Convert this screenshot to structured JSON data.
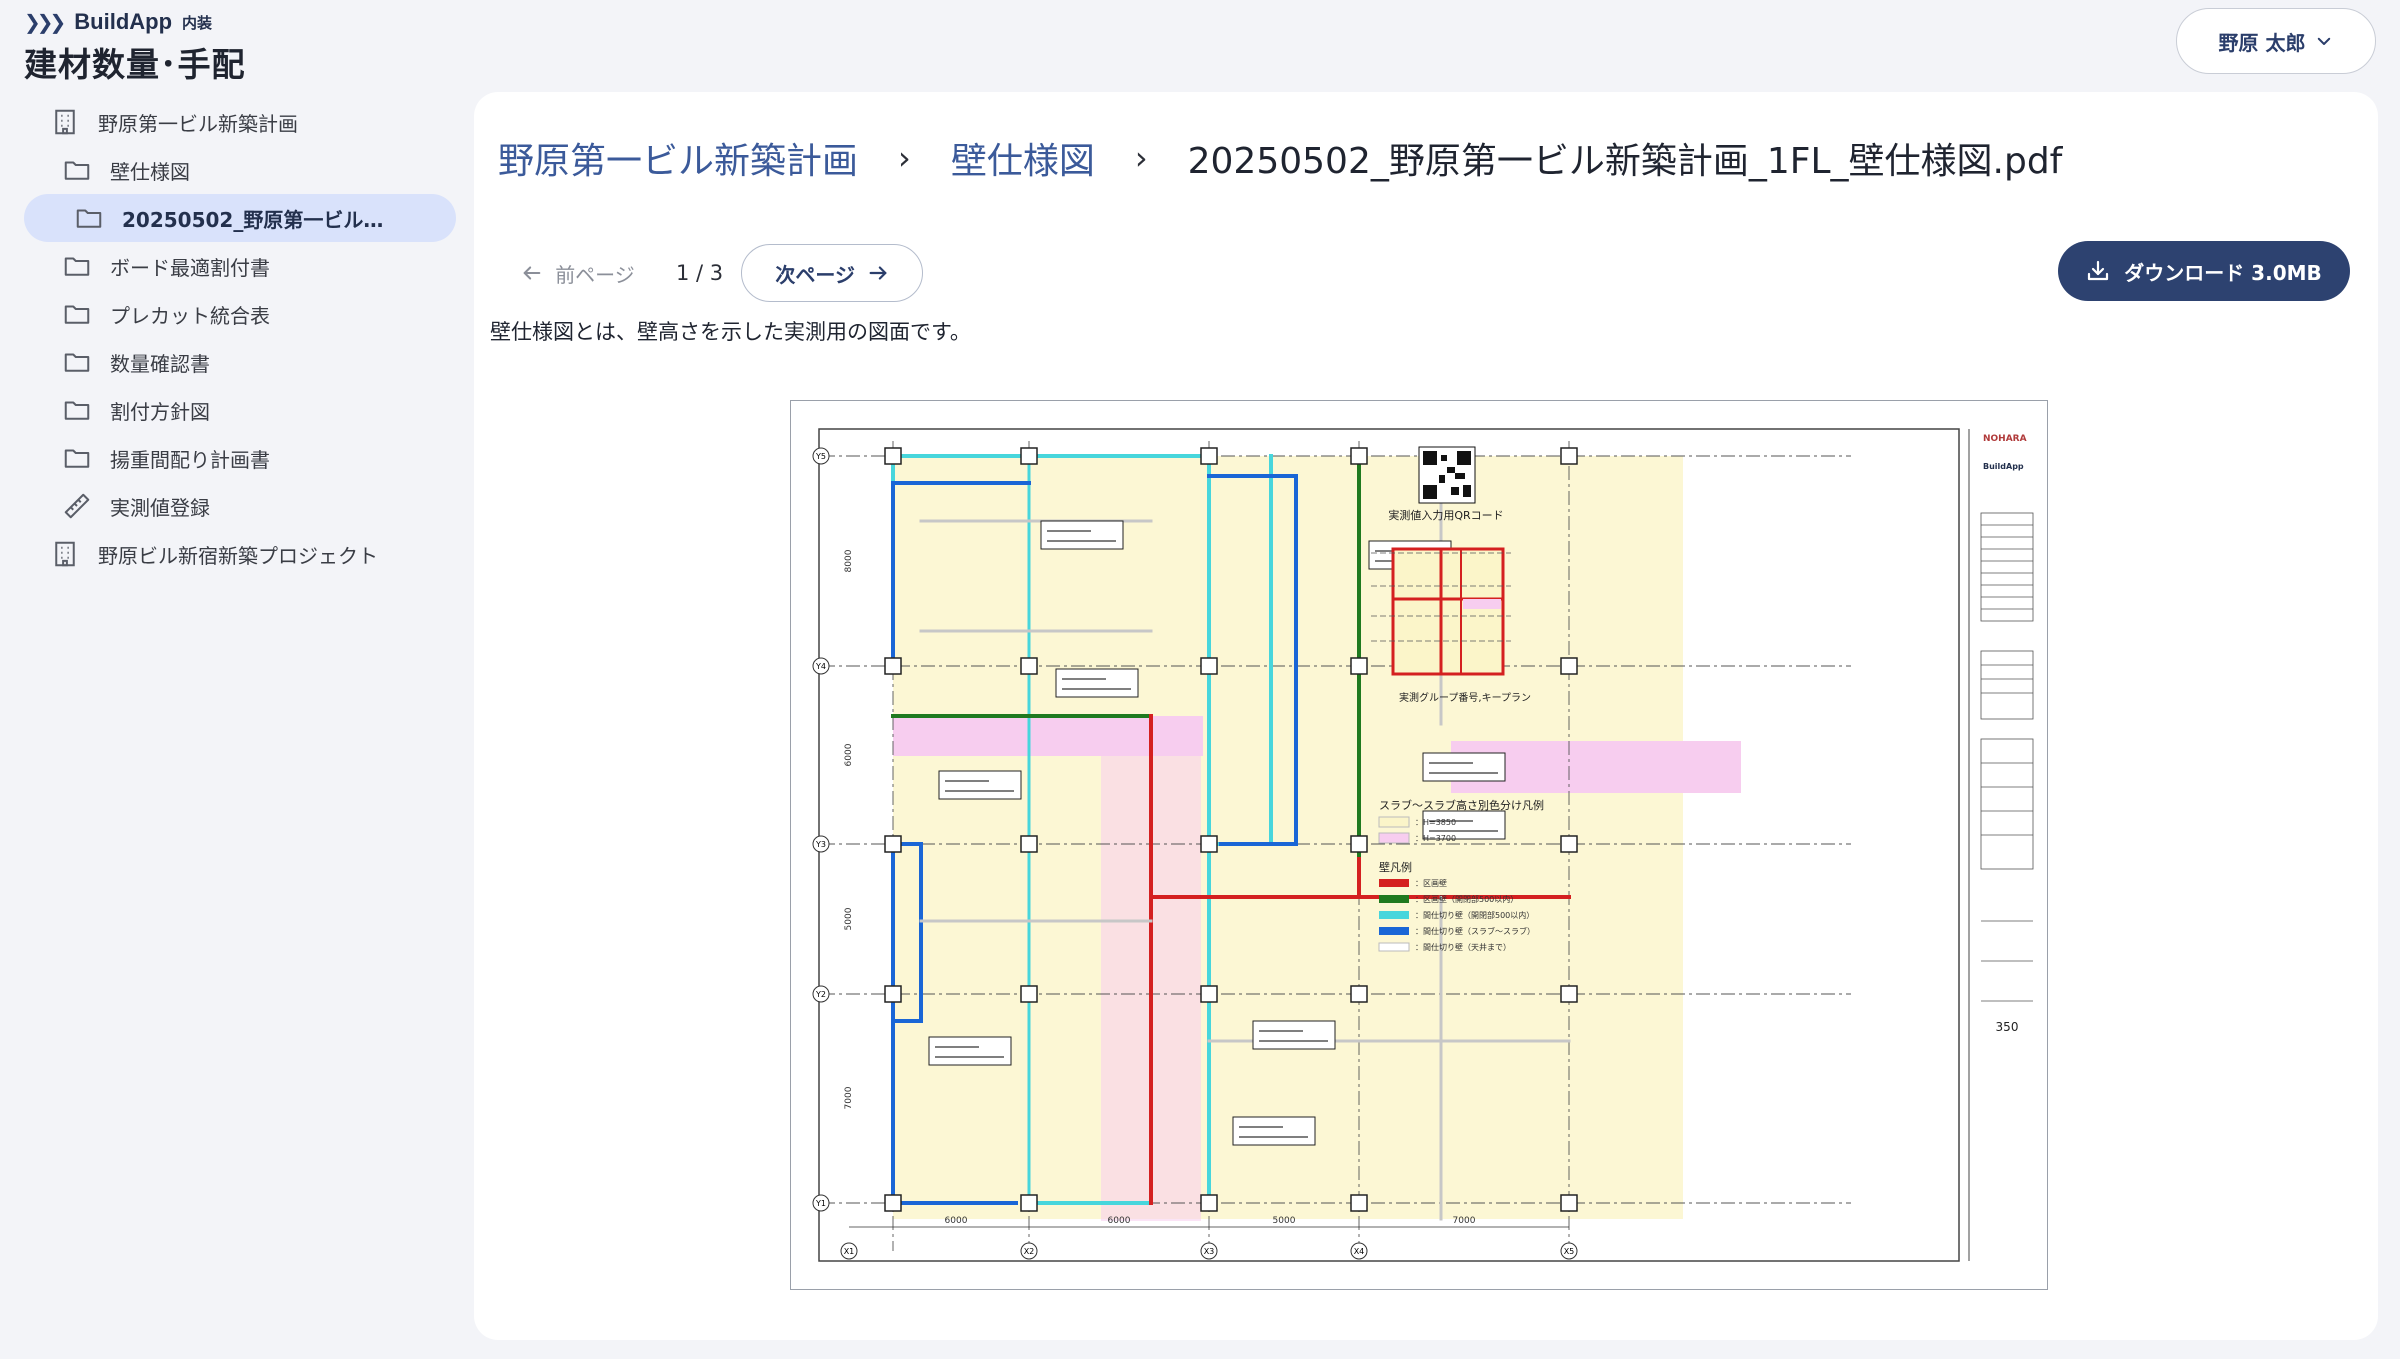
{
  "app": {
    "brand": "BuildApp",
    "sub": "内装",
    "title": "建材数量･手配"
  },
  "user": {
    "name": "野原 太郎"
  },
  "sidebar": {
    "items": [
      {
        "label": "野原第一ビル新築計画",
        "icon": "building-icon",
        "level": 0
      },
      {
        "label": "壁仕様図",
        "icon": "folder-icon",
        "level": 1
      },
      {
        "label": "20250502_野原第一ビル新…",
        "icon": "folder-icon",
        "level": 2,
        "active": true
      },
      {
        "label": "ボード最適割付書",
        "icon": "folder-icon",
        "level": 1
      },
      {
        "label": "プレカット統合表",
        "icon": "folder-icon",
        "level": 1
      },
      {
        "label": "数量確認書",
        "icon": "folder-icon",
        "level": 1
      },
      {
        "label": "割付方針図",
        "icon": "folder-icon",
        "level": 1
      },
      {
        "label": "揚重間配り計画書",
        "icon": "folder-icon",
        "level": 1
      },
      {
        "label": "実測値登録",
        "icon": "ruler-icon",
        "level": 1
      },
      {
        "label": "野原ビル新宿新築プロジェクト",
        "icon": "building-icon",
        "level": 0
      }
    ]
  },
  "breadcrumb": {
    "project": "野原第一ビル新築計画",
    "folder": "壁仕様図",
    "file": "20250502_野原第一ビル新築計画_1FL_壁仕様図.pdf",
    "sep": "›"
  },
  "pager": {
    "prev": "前ページ",
    "indicator": "1 / 3",
    "next": "次ページ"
  },
  "download": {
    "label": "ダウンロード 3.0MB"
  },
  "description": "壁仕様図とは、壁高さを示した実測用の図面です。",
  "drawing": {
    "qr_caption": "実測値入力用QRコード",
    "keyplan_caption": "実測グループ番号,キープラン",
    "legend_height_title": "スラブ～スラブ高さ別色分け凡例",
    "legend_heights": [
      {
        "label": "：H=3850",
        "color": "#fbf5c9"
      },
      {
        "label": "：H=3700",
        "color": "#f7cdef"
      }
    ],
    "legend_wall_title": "壁凡例",
    "legend_walls": [
      {
        "label": "：区画壁",
        "color": "#d42020"
      },
      {
        "label": "：区画壁（開閉部500以内）",
        "color": "#1f7a1f"
      },
      {
        "label": "：間仕切り壁（開閉部500以内）",
        "color": "#47d6dc"
      },
      {
        "label": "：間仕切り壁（スラブ～スラブ）",
        "color": "#1a66d6"
      },
      {
        "label": "：間仕切り壁（天井まで）",
        "color": "#ffffff"
      }
    ],
    "page_no": "350",
    "brand_mark": "NOHARA",
    "brand_app": "BuildApp",
    "dims": [
      "6000",
      "6000",
      "5000",
      "7000"
    ],
    "side_dims": [
      "8000",
      "6000",
      "5000",
      "7000"
    ],
    "axes_x": [
      "X1",
      "X2",
      "X3",
      "X4",
      "X5"
    ],
    "axes_y": [
      "Y5",
      "Y4",
      "Y3",
      "Y2",
      "Y1"
    ]
  }
}
